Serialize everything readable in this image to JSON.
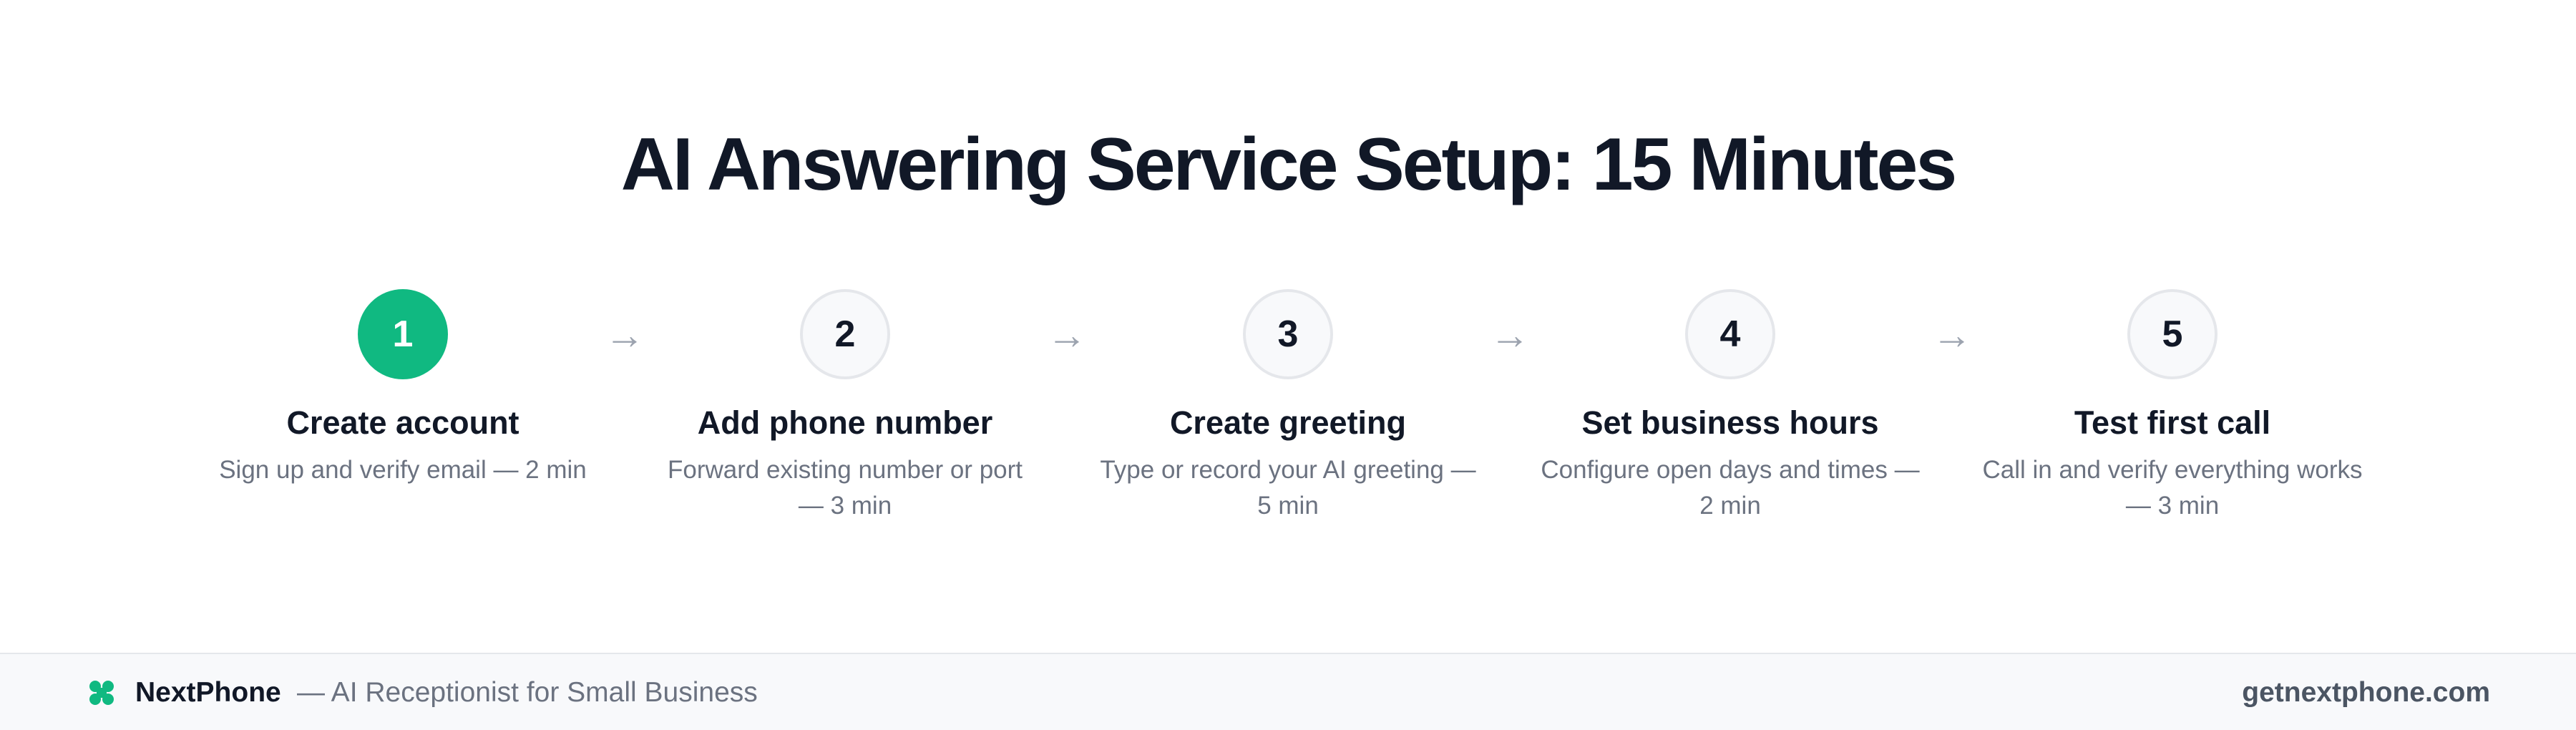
{
  "title": "AI Answering Service Setup: 15 Minutes",
  "colors": {
    "accent": "#10b981",
    "title_text": "#111827",
    "muted_text": "#6b7280",
    "arrow": "#9ca3af",
    "footer_bg": "#f8f9fb"
  },
  "steps": [
    {
      "number": "1",
      "title": "Create account",
      "description": "Sign up and verify email — 2 min",
      "active": true
    },
    {
      "number": "2",
      "title": "Add phone number",
      "description": "Forward existing number or port — 3 min",
      "active": false
    },
    {
      "number": "3",
      "title": "Create greeting",
      "description": "Type or record your AI greeting — 5 min",
      "active": false
    },
    {
      "number": "4",
      "title": "Set business hours",
      "description": "Configure open days and times — 2 min",
      "active": false
    },
    {
      "number": "5",
      "title": "Test first call",
      "description": "Call in and verify everything works — 3 min",
      "active": false
    }
  ],
  "arrow_glyph": "→",
  "footer": {
    "logo_icon": "clover-logo-icon",
    "brand": "NextPhone",
    "tagline": "— AI Receptionist for Small Business",
    "url": "getnextphone.com"
  }
}
